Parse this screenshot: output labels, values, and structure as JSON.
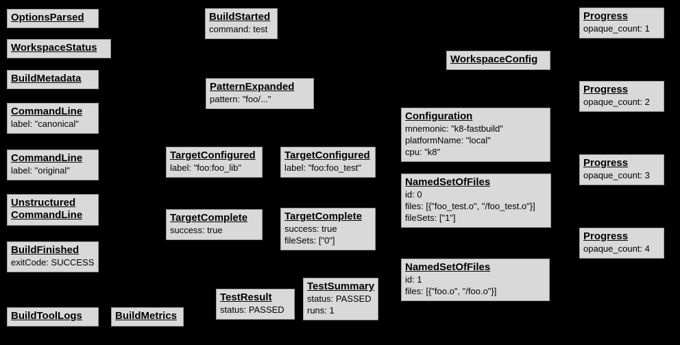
{
  "colors": {
    "background": "#000000",
    "node_fill": "#d9d9d9",
    "node_border": "#9c9c9c",
    "text": "#000000"
  },
  "nodes": {
    "options_parsed": {
      "title": "OptionsParsed",
      "lines": []
    },
    "workspace_status": {
      "title": "WorkspaceStatus",
      "lines": []
    },
    "build_metadata": {
      "title": "BuildMetadata",
      "lines": []
    },
    "command_line_canonical": {
      "title": "CommandLine",
      "lines": [
        "label: \"canonical\""
      ]
    },
    "command_line_original": {
      "title": "CommandLine",
      "lines": [
        "label: \"original\""
      ]
    },
    "unstructured_command_line": {
      "title": "Unstructured",
      "title2": "CommandLine",
      "lines": []
    },
    "build_finished": {
      "title": "BuildFinished",
      "lines": [
        "exitCode: SUCCESS"
      ]
    },
    "build_tool_logs": {
      "title": "BuildToolLogs",
      "lines": []
    },
    "build_metrics": {
      "title": "BuildMetrics",
      "lines": []
    },
    "build_started": {
      "title": "BuildStarted",
      "lines": [
        "command: test"
      ]
    },
    "pattern_expanded": {
      "title": "PatternExpanded",
      "lines": [
        "pattern: \"foo/...\""
      ]
    },
    "target_configured_lib": {
      "title": "TargetConfigured",
      "lines": [
        "label: \"foo:foo_lib\""
      ]
    },
    "target_configured_test": {
      "title": "TargetConfigured",
      "lines": [
        "label: \"foo:foo_test\""
      ]
    },
    "target_complete_lib": {
      "title": "TargetComplete",
      "lines": [
        "success: true"
      ]
    },
    "target_complete_test": {
      "title": "TargetComplete",
      "lines": [
        "success: true",
        "fileSets: [\"0\"]"
      ]
    },
    "test_result": {
      "title": "TestResult",
      "lines": [
        "status: PASSED"
      ]
    },
    "test_summary": {
      "title": "TestSummary",
      "lines": [
        "status: PASSED",
        "runs: 1"
      ]
    },
    "workspace_config": {
      "title": "WorkspaceConfig",
      "lines": []
    },
    "configuration": {
      "title": "Configuration",
      "lines": [
        "mnemonic: \"k8-fastbuild\"",
        "platformName: \"local\"",
        "cpu: \"k8\""
      ]
    },
    "named_set_0": {
      "title": "NamedSetOfFiles",
      "lines": [
        "id: 0",
        "files: [{\"foo_test.o\", \"/foo_test.o\"}]",
        "fileSets: [\"1\"]"
      ]
    },
    "named_set_1": {
      "title": "NamedSetOfFiles",
      "lines": [
        "id: 1",
        "files: [{\"foo.o\", \"/foo.o\"}]"
      ]
    },
    "progress_1": {
      "title": "Progress",
      "lines": [
        "opaque_count: 1"
      ]
    },
    "progress_2": {
      "title": "Progress",
      "lines": [
        "opaque_count: 2"
      ]
    },
    "progress_3": {
      "title": "Progress",
      "lines": [
        "opaque_count: 3"
      ]
    },
    "progress_4": {
      "title": "Progress",
      "lines": [
        "opaque_count: 4"
      ]
    }
  }
}
